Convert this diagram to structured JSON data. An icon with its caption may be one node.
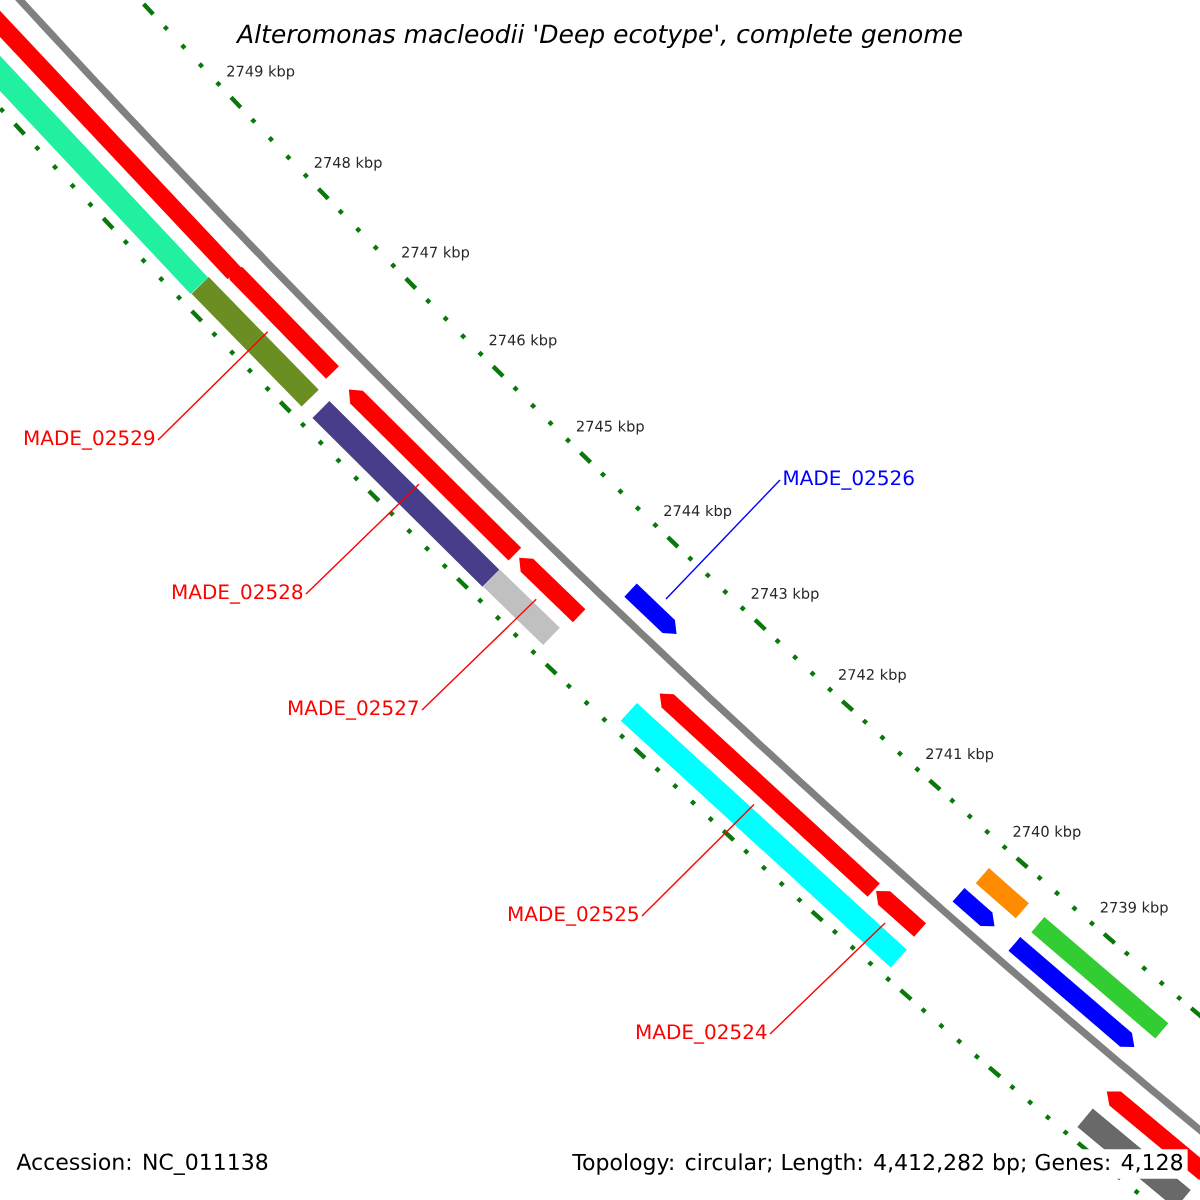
{
  "diagram": {
    "title": "Alteromonas macleodii 'Deep ecotype', complete genome",
    "nodes": [
      {
        "text": [
          "MADE_02529"
        ]
      },
      {
        "text": [
          "MADE_02528"
        ]
      },
      {
        "text": [
          "MADE_02527"
        ]
      },
      {
        "text": [
          "MADE_02526"
        ]
      },
      {
        "text": [
          "MADE_02525"
        ]
      },
      {
        "text": [
          "MADE_02524"
        ]
      },
      {
        "text": [],
        "shape": "arrow"
      },
      {
        "text": [],
        "shape": "bar"
      },
      {
        "text": [],
        "shape": "arrow"
      },
      {
        "text": [],
        "shape": "bar"
      },
      {
        "text": [],
        "shape": "arrow"
      },
      {
        "text": [],
        "shape": "bar"
      },
      {
        "text": [],
        "shape": "arrow"
      },
      {
        "text": [],
        "shape": "bar"
      },
      {
        "text": [],
        "shape": "arrow"
      },
      {
        "text": [],
        "shape": "arrow"
      },
      {
        "text": [],
        "shape": "bar"
      },
      {
        "text": [],
        "shape": "arrow"
      },
      {
        "text": [],
        "shape": "arrow"
      },
      {
        "text": [],
        "shape": "bar"
      },
      {
        "text": [],
        "shape": "arrow"
      },
      {
        "text": [],
        "shape": "bar"
      },
      {
        "text": [],
        "shape": "arrow"
      },
      {
        "text": [],
        "shape": "bar"
      }
    ],
    "edges": [
      {
        "from": 0,
        "to": 8,
        "arrow": "none"
      },
      {
        "from": 1,
        "to": 10,
        "arrow": "none"
      },
      {
        "from": 2,
        "to": 12,
        "arrow": "none"
      },
      {
        "from": 3,
        "to": 14,
        "arrow": "none",
        "color": "#0000ff"
      },
      {
        "from": 4,
        "to": 15,
        "arrow": "none"
      },
      {
        "from": 5,
        "to": 17,
        "arrow": "none"
      }
    ],
    "labels": [
      "2749 kbp",
      "2748 kbp",
      "2747 kbp",
      "2746 kbp",
      "2745 kbp",
      "2744 kbp",
      "2743 kbp",
      "2742 kbp",
      "2741 kbp",
      "2740 kbp",
      "2739 kbp",
      "Accession: NC_011138",
      "Topology: circular; Length: 4,412,282 bp; Genes: 4,128"
    ]
  }
}
